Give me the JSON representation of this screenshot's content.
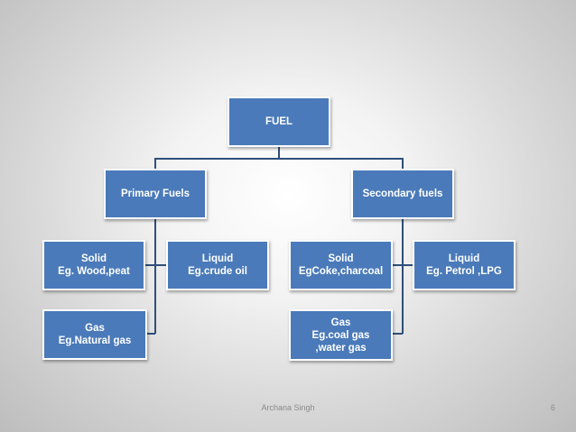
{
  "colors": {
    "node_fill": "#4a7ab9",
    "node_border": "#ffffff",
    "connector": "#2f4f7a"
  },
  "nodes": {
    "fuel": {
      "lines": [
        "FUEL"
      ]
    },
    "primary": {
      "lines": [
        "Primary Fuels"
      ]
    },
    "secondary": {
      "lines": [
        "Secondary fuels"
      ]
    },
    "primary_solid": {
      "lines": [
        "Solid",
        "Eg. Wood,peat"
      ]
    },
    "primary_liquid": {
      "lines": [
        "Liquid",
        "Eg.crude oil"
      ]
    },
    "primary_gas": {
      "lines": [
        "Gas",
        "Eg.Natural gas"
      ]
    },
    "secondary_solid": {
      "lines": [
        "Solid",
        "EgCoke,charcoal"
      ]
    },
    "secondary_liquid": {
      "lines": [
        "Liquid",
        "Eg. Petrol ,LPG"
      ]
    },
    "secondary_gas": {
      "lines": [
        "Gas",
        "Eg.coal gas",
        ",water gas"
      ]
    }
  },
  "footer": {
    "author": "Archana Singh",
    "page_number": "6"
  }
}
